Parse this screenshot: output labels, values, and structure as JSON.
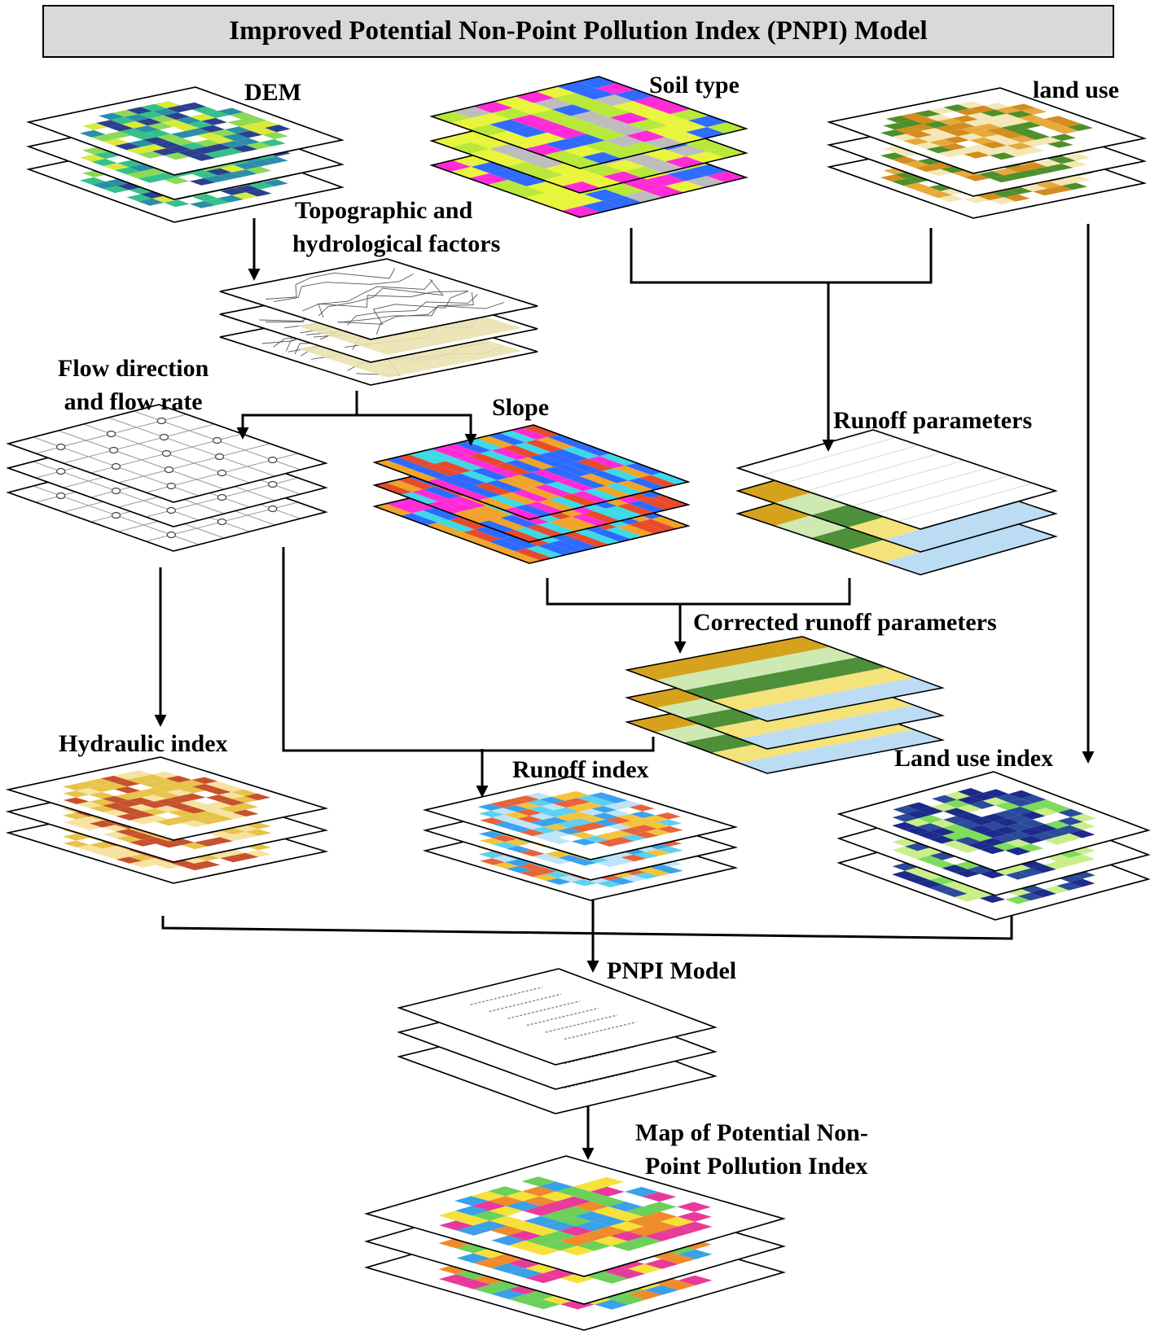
{
  "title": "Improved Potential Non-Point Pollution Index (PNPI) Model",
  "labels": {
    "dem": "DEM",
    "soil_type": "Soil type",
    "land_use": "land use",
    "topo_line1": "Topographic and",
    "topo_line2": "hydrological factors",
    "flow_line1": "Flow direction",
    "flow_line2": "and flow rate",
    "slope": "Slope",
    "runoff_parameters": "Runoff parameters",
    "corrected_runoff_parameters": "Corrected runoff parameters",
    "hydraulic_index": "Hydraulic index",
    "runoff_index": "Runoff index",
    "land_use_index": "Land use index",
    "pnpi_model": "PNPI Model",
    "map_line1": "Map of Potential Non-",
    "map_line2": "Point Pollution Index"
  },
  "stack_fills": {
    "dem": [
      "#2b3f8f",
      "#2a8fa6",
      "#35c08a",
      "#8bd957",
      "#d9ea3a"
    ],
    "soil_type": [
      "#e8f53c",
      "#b8e83a",
      "#ff2bd6",
      "#2f6bff",
      "#bdbdbd"
    ],
    "land_use": [
      "#f4e7b6",
      "#e8a93b",
      "#d38c1e",
      "#4e8f2a"
    ],
    "topo": [
      "#e9e2b0",
      "#c8b36a",
      "#6f86a8"
    ],
    "slope": [
      "#ff2bd6",
      "#2d6bff",
      "#3dd9e6",
      "#f0a42a",
      "#e84a2c"
    ],
    "runoff_params": [
      "#d6a21d",
      "#cfe9b2",
      "#4e8f3a",
      "#f4e27a",
      "#bcdcf4"
    ],
    "hydraulic": [
      "#f7e2a0",
      "#e8c34a",
      "#c8502c"
    ],
    "runoff_index": [
      "#3aa2ec",
      "#bde4f8",
      "#5cd0f0",
      "#e8633a",
      "#f3c43a"
    ],
    "land_use_index": [
      "#1c2a8a",
      "#7ddc5a",
      "#c9ee8a",
      "#2a4a9a"
    ],
    "pnpi_map": [
      "#e83a9a",
      "#f6e13a",
      "#f08a2a",
      "#3aa0e8",
      "#6ad05a"
    ]
  }
}
